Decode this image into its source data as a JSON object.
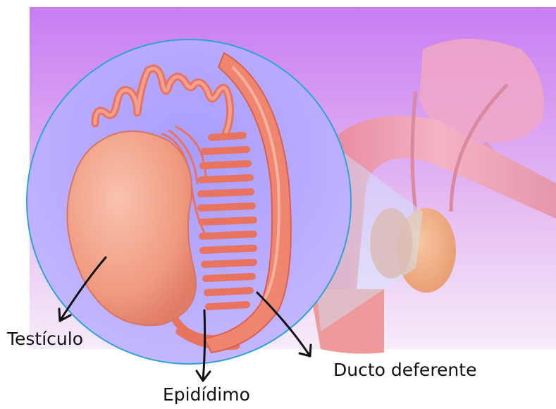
{
  "labels": {
    "testiculo": "Testículo",
    "epididimo": "Epidídimo",
    "ducto_deferente": "Ducto deferente"
  },
  "colors": {
    "background_top": "#c77df2",
    "background_bottom": "#f3e3f7",
    "magnifier_fill": "#b7a8ff",
    "magnifier_stroke": "#2ea3d8",
    "tissue": "#f0826f",
    "tissue_dark": "#d9604e",
    "testis": "#f3a289",
    "anatomy_pink": "#e9a0b8"
  },
  "icons": [
    "pointer-arrow"
  ]
}
